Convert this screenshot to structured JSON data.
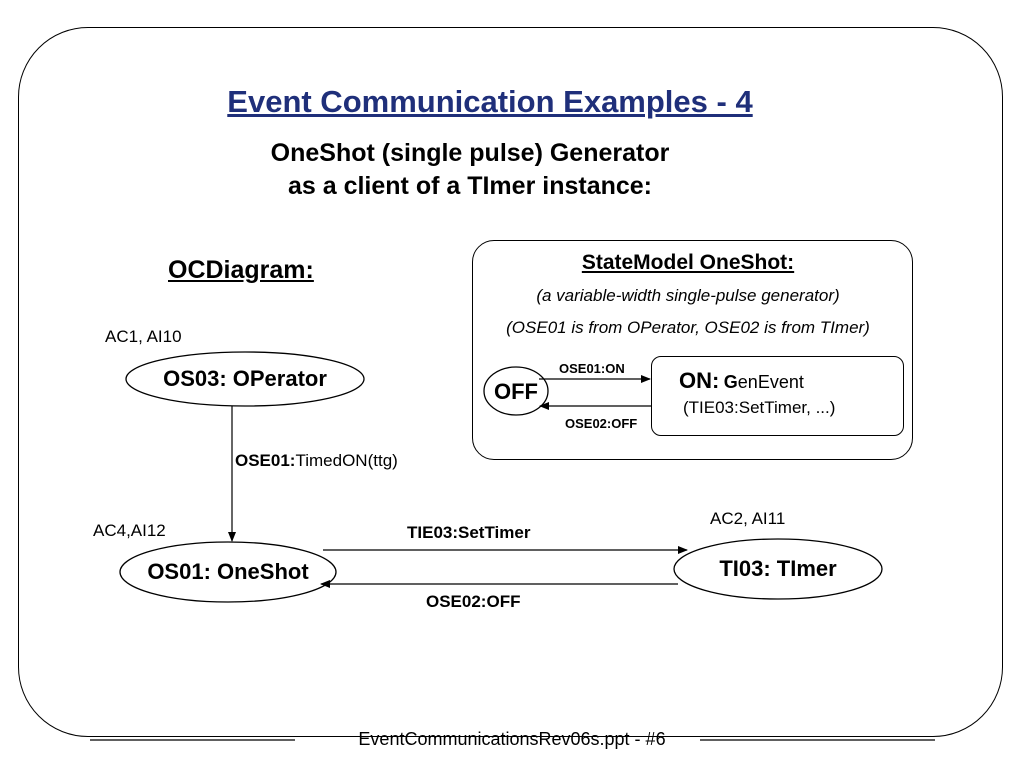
{
  "slide": {
    "title": "Event Communication Examples - 4",
    "subtitle_line1": "OneShot (single pulse) Generator",
    "subtitle_line2": "as a client of a TImer instance:",
    "footer": "EventCommunicationsRev06s.ppt - #6"
  },
  "oc_diagram": {
    "heading": "OCDiagram:",
    "operator": {
      "annotation": "AC1, AI10",
      "label": "OS03: OPerator"
    },
    "oneshot": {
      "annotation": "AC4,AI12",
      "label": "OS01: OneShot"
    },
    "timer": {
      "annotation": "AC2, AI11",
      "label": "TI03: TImer"
    },
    "msg_operator_to_oneshot_event": "OSE01:",
    "msg_operator_to_oneshot_text": "TimedON(ttg)",
    "msg_oneshot_to_timer": "TIE03:SetTimer",
    "msg_timer_to_oneshot": "OSE02:OFF"
  },
  "state_model": {
    "heading": "StateModel OneShot:",
    "note1": "(a variable-width single-pulse generator)",
    "note2": "(OSE01 is from OPerator, OSE02 is from TImer)",
    "off_state": "OFF",
    "on_state_name": "ON:",
    "on_action_bold": "G",
    "on_action_rest": "enEvent",
    "on_action_detail": "(TIE03:SetTimer, ...)",
    "transition_off_to_on": "OSE01:ON",
    "transition_on_to_off": "OSE02:OFF"
  }
}
